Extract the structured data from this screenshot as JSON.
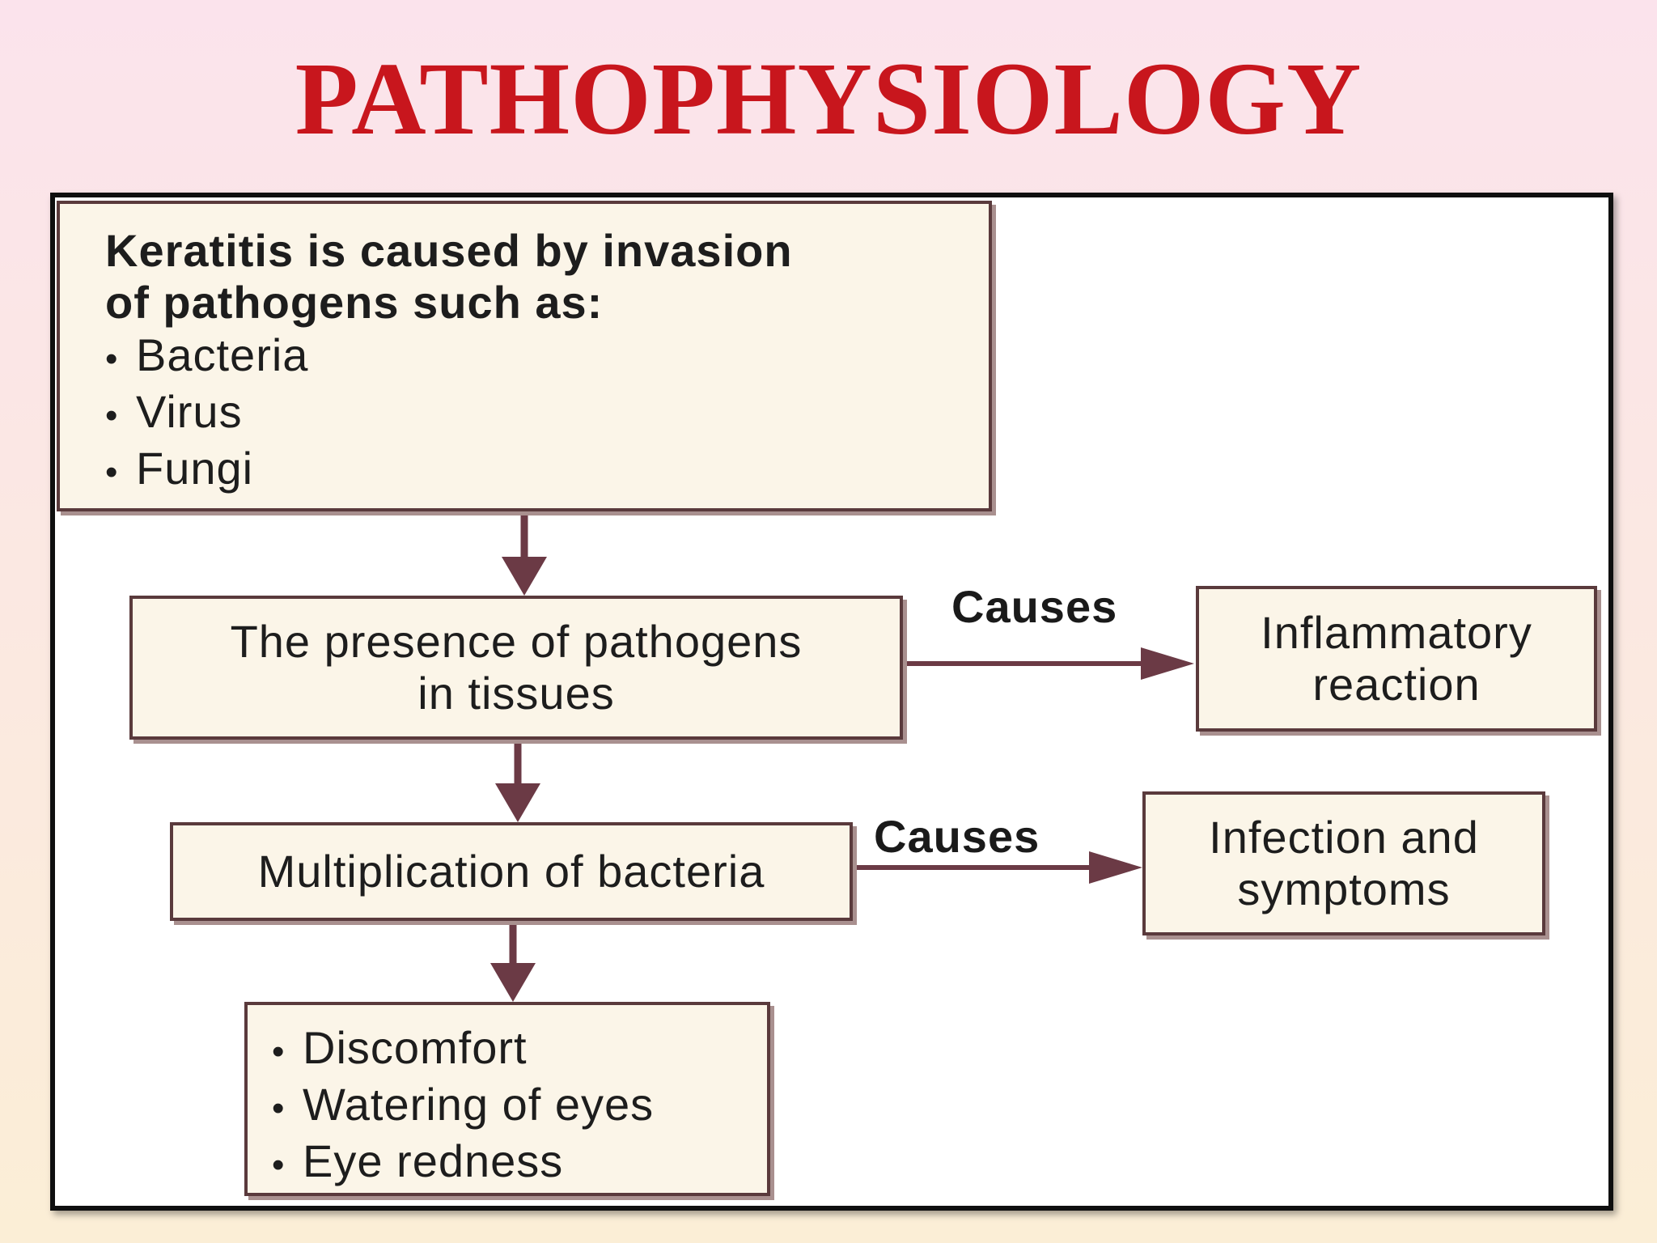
{
  "title": "PATHOPHYSIOLOGY",
  "colors": {
    "title": "#c8161d",
    "arrow": "#6b3a45",
    "box_fill": "#fbf5e8",
    "box_border": "#5a3a3c"
  },
  "nodes": {
    "cause": {
      "heading_line1": "Keratitis is caused by invasion",
      "heading_line2": "of pathogens such as:",
      "items": [
        "Bacteria",
        "Virus",
        "Fungi"
      ]
    },
    "presence": {
      "line1": "The presence of pathogens",
      "line2": "in tissues"
    },
    "inflammatory": {
      "line1": "Inflammatory",
      "line2": "reaction"
    },
    "multiplication": {
      "text": "Multiplication of bacteria"
    },
    "infection": {
      "line1": "Infection and",
      "line2": "symptoms"
    },
    "symptoms": {
      "items": [
        "Discomfort",
        "Watering of eyes",
        "Eye redness"
      ]
    }
  },
  "edges": {
    "causes_1": "Causes",
    "causes_2": "Causes"
  },
  "bullet": "•"
}
